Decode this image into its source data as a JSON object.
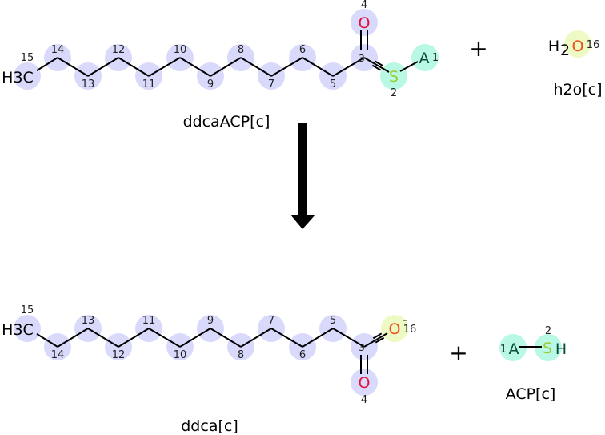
{
  "colors": {
    "carbon_highlight": "#d9d9fb",
    "acp_highlight": "#b8f8e4",
    "water_highlight": "#eefac3",
    "oxygen": "#e0103a",
    "oxygen_water": "#f0501c",
    "sulfur": "#9acd32",
    "acp_atom": "#0b4a3a",
    "arrow": "#000000"
  },
  "reactants": {
    "ddcaACP": {
      "name": "ddcaACP[c]",
      "methyl_label": "H3C",
      "carbon_numbers": [
        "15",
        "14",
        "13",
        "12",
        "11",
        "10",
        "9",
        "8",
        "7",
        "6",
        "5",
        "3"
      ],
      "carbonyl_o": {
        "symbol": "O",
        "number": "4"
      },
      "sulfur": {
        "symbol": "S",
        "number": "2"
      },
      "acp": {
        "symbol": "A",
        "number": "1"
      }
    },
    "plus": "+",
    "h2o": {
      "name": "h2o[c]",
      "h_label": "H",
      "subscript": "2",
      "o_symbol": "O",
      "o_number": "16"
    }
  },
  "arrow": "reaction-arrow",
  "products": {
    "ddca": {
      "name": "ddca[c]",
      "methyl_label": "H3C",
      "carbon_numbers": [
        "15",
        "14",
        "13",
        "12",
        "11",
        "10",
        "9",
        "8",
        "7",
        "6",
        "5",
        "3"
      ],
      "carbonyl_o": {
        "symbol": "O",
        "number": "4"
      },
      "anion_o": {
        "symbol": "O",
        "charge": "-",
        "number": "16"
      }
    },
    "plus": "+",
    "acp": {
      "name": "ACP[c]",
      "a_symbol": "A",
      "a_number": "1",
      "s_symbol": "S",
      "s_number": "2",
      "h_label": "H"
    }
  }
}
